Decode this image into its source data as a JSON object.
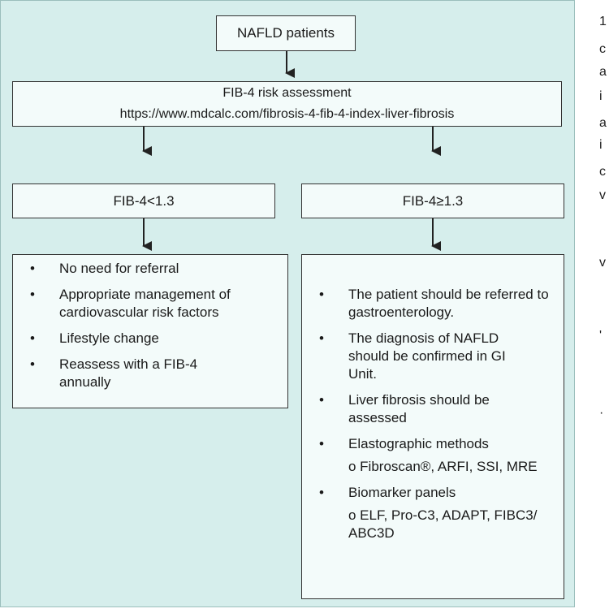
{
  "start": {
    "label": "NAFLD patients"
  },
  "assessment": {
    "title": "FIB-4 risk assessment",
    "url": "https://www.mdcalc.com/fibrosis-4-fib-4-index-liver-fibrosis"
  },
  "low": {
    "label": "FIB-4<1.3",
    "items": [
      "No need for referral",
      "Appropriate management of cardiovascular risk factors",
      "Lifestyle change",
      "Reassess with a FIB-4 annually"
    ]
  },
  "high": {
    "label": "FIB-4≥1.3",
    "items": [
      {
        "text": "The patient should be referred to gastroenterology."
      },
      {
        "text": "The diagnosis of NAFLD should be confirmed in GI Unit."
      },
      {
        "text": "Liver fibrosis should be assessed"
      },
      {
        "text": "Elastographic methods",
        "sub": "o Fibroscan®, ARFI, SSI, MRE"
      },
      {
        "text": "Biomarker panels",
        "sub": "o ELF, Pro-C3, ADAPT, FIBC3/ ABC3D"
      }
    ]
  },
  "bullet_char": "•",
  "margin_fragments": [
    "1",
    "c",
    "a",
    "i",
    "a",
    "i",
    "c",
    "v",
    "v",
    "'",
    "·"
  ]
}
